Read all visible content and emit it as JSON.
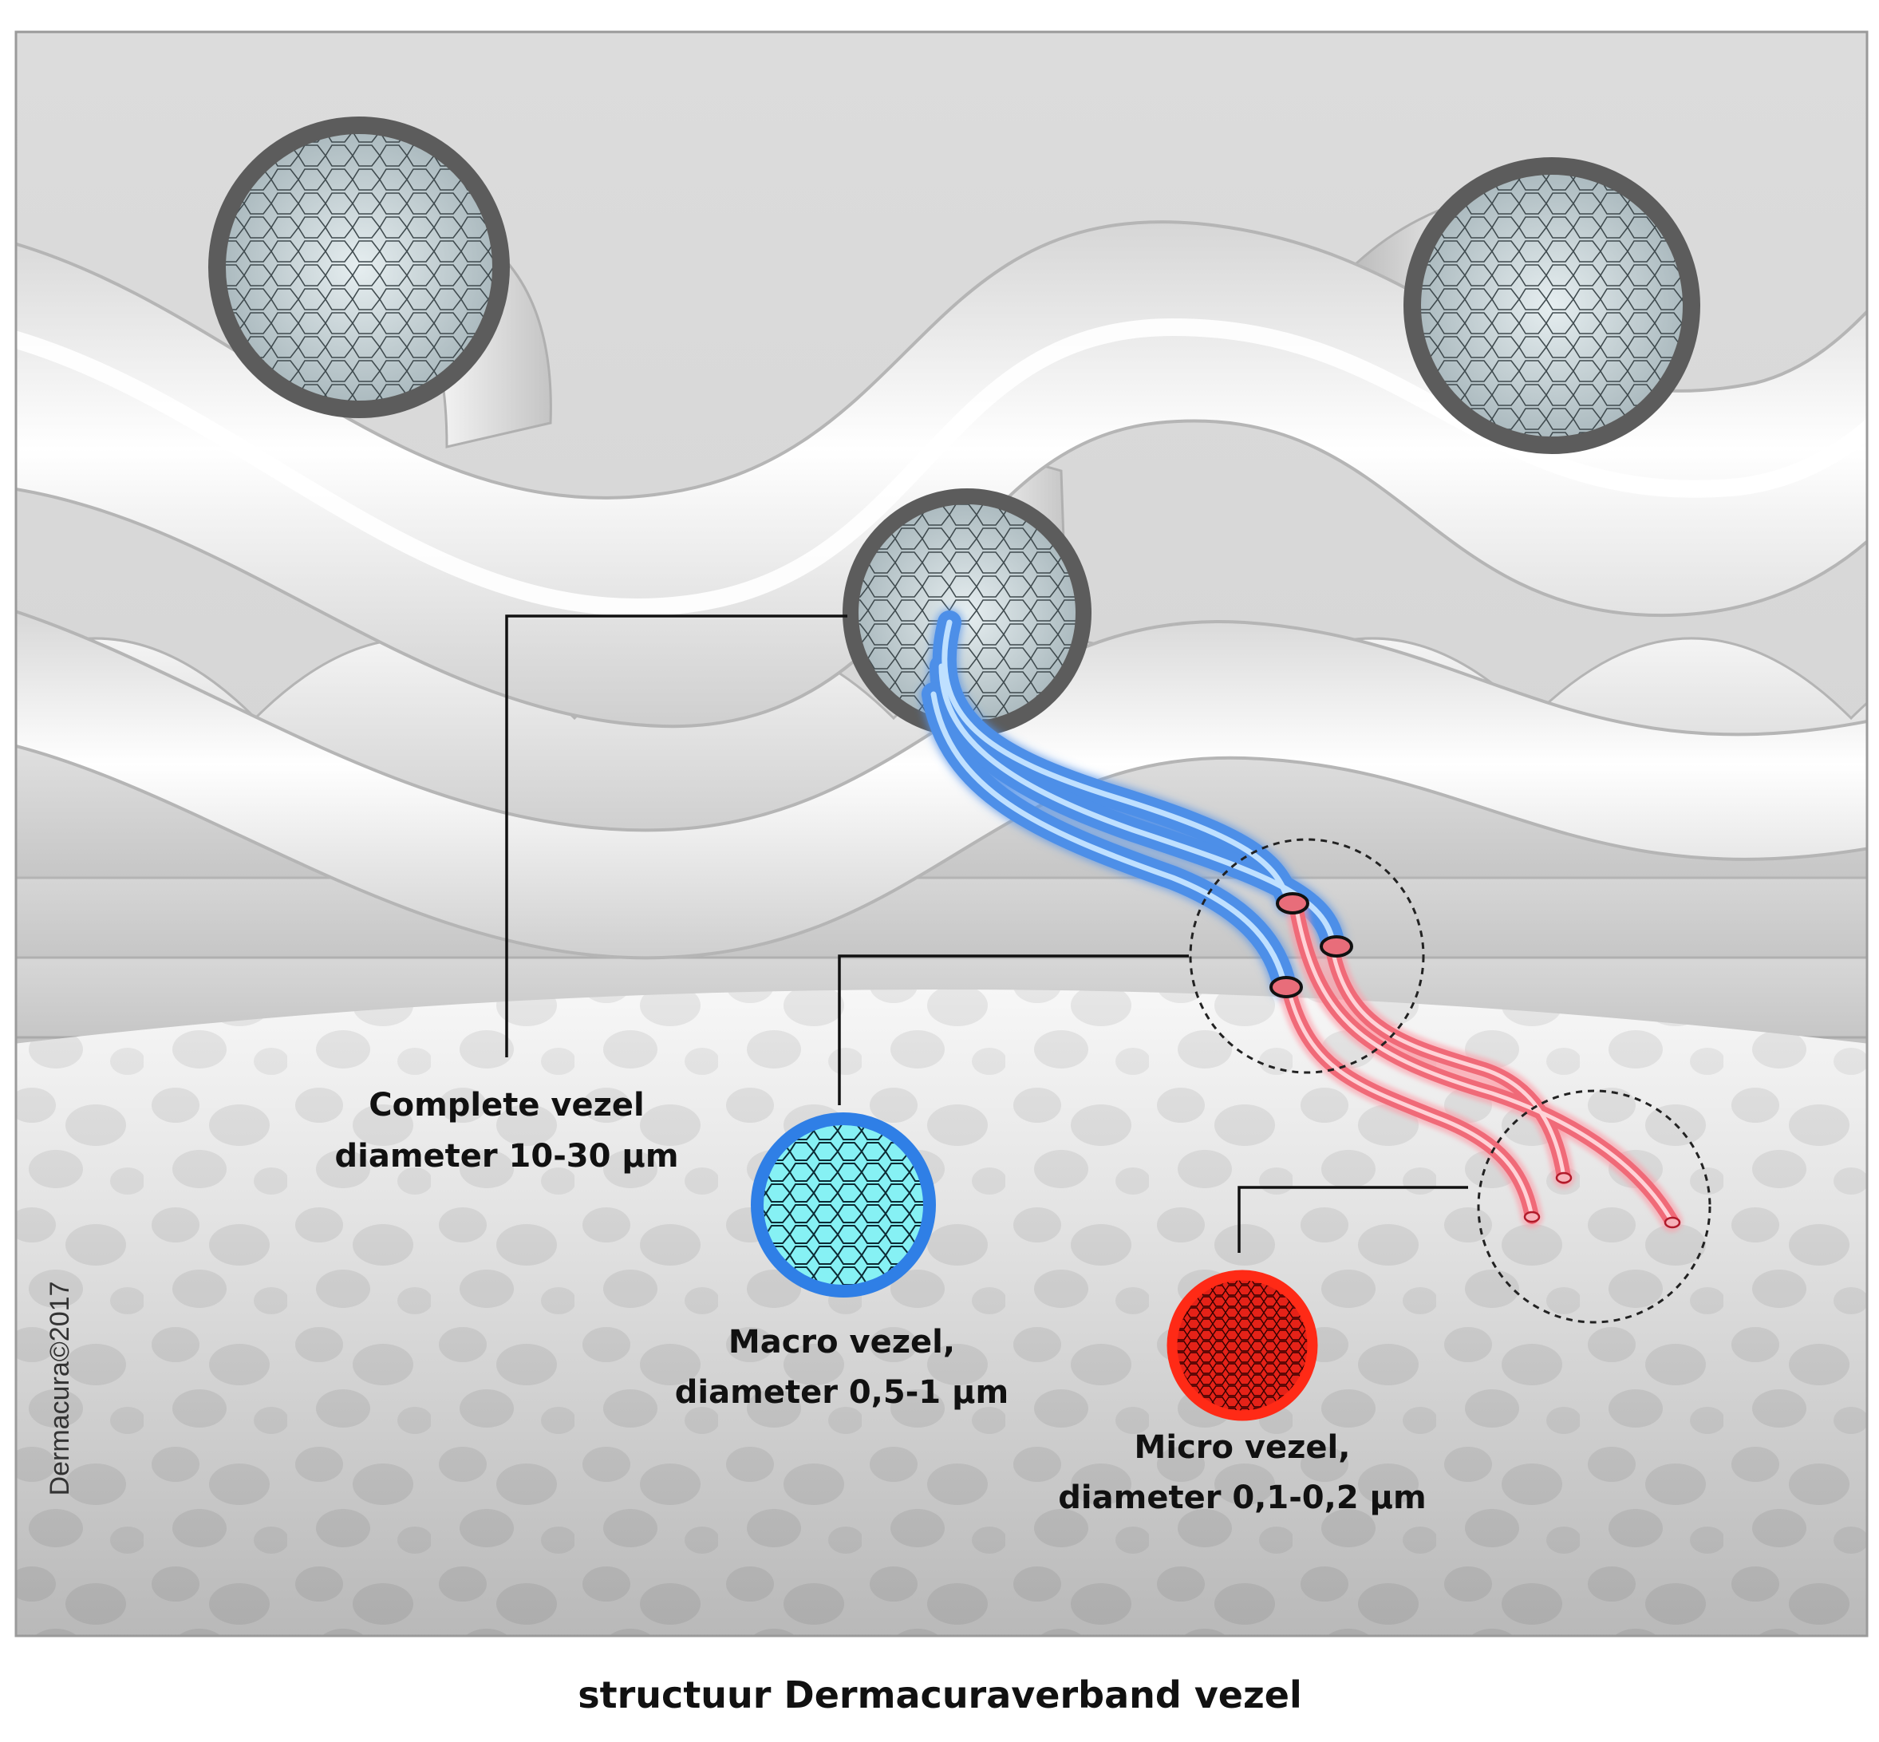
{
  "labels": {
    "complete_line1": "Complete vezel",
    "complete_line2": "diameter 10-30 µm",
    "macro_line1": "Macro vezel,",
    "macro_line2": "diameter 0,5-1 µm",
    "micro_line1": "Micro vezel,",
    "micro_line2": "diameter 0,1-0,2 µm"
  },
  "caption": "structuur Dermacuraverband vezel",
  "copyright": "Dermacura©2017",
  "colors": {
    "background_top": "#d9d9d9",
    "fiber_ring": "#5c5c5c",
    "macro_fiber": "#4d8fe8",
    "macro_core": "#7ff0f5",
    "micro_fiber": "#f06a78",
    "micro_core": "#e8201b",
    "leader_line": "#111111"
  }
}
